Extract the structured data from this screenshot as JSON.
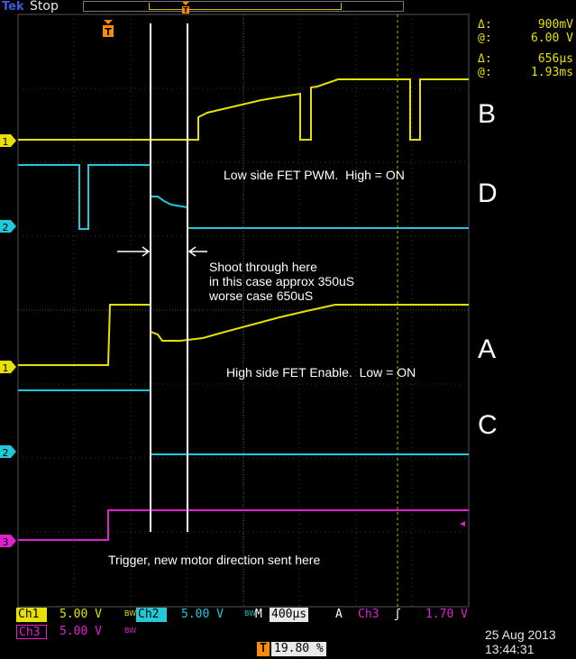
{
  "topbar": {
    "brand": "Tek",
    "run_state": "Stop"
  },
  "cursor_readout": {
    "delta_v_label": "Δ:",
    "delta_v_value": "900mV",
    "at_v_label": "@:",
    "at_v_value": "6.00 V",
    "delta_t_label": "Δ:",
    "delta_t_value": "656µs",
    "at_t_label": "@:",
    "at_t_value": "1.93ms"
  },
  "channel_markers": {
    "ch1_b": "1",
    "ch2_d": "2",
    "ch1_a": "1",
    "ch2_c": "2",
    "ch3": "3"
  },
  "signal_letters": {
    "b": "B",
    "d": "D",
    "a": "A",
    "c": "C"
  },
  "annotations": {
    "low_side": "Low side FET PWM.  High = ON",
    "shoot_line1": "Shoot through here",
    "shoot_line2": "in this case approx 350uS",
    "shoot_line3": "worse case 650uS",
    "high_side": "High side FET Enable.  Low = ON",
    "trigger": "Trigger, new motor direction sent here"
  },
  "trigger_marker": "T",
  "bottom_bar": {
    "ch1_label": "Ch1",
    "ch1_scale": "5.00 V",
    "ch1_bw": "BW",
    "ch2_label": "Ch2",
    "ch2_scale": "5.00 V",
    "ch2_bw": "BW",
    "timebase_label": "M",
    "timebase_value": "400µs",
    "trig_source_label": "A",
    "trig_channel": "Ch3",
    "trig_slope": "ʃ",
    "trig_level": "1.70 V",
    "ch3_label": "Ch3",
    "ch3_scale": "5.00 V",
    "ch3_bw": "BW",
    "trig_pos_marker": "T",
    "trig_pos_value": "19.80 %",
    "date": "25 Aug 2013",
    "time": "13:44:31"
  },
  "colors": {
    "ch1": "#e8e000",
    "ch2": "#20c8d8",
    "ch3": "#e020d0",
    "cursor": "#ffffff",
    "trigger": "#ff8c00"
  }
}
